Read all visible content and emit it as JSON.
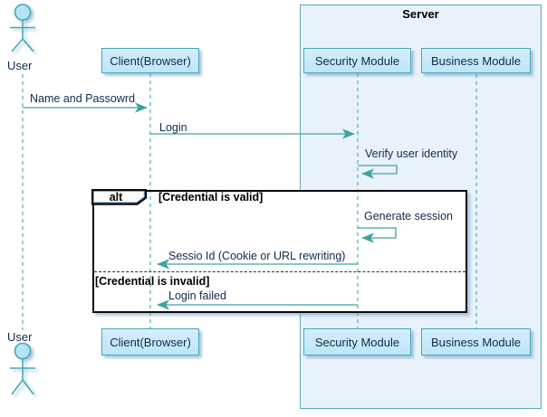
{
  "diagram_type": "uml-sequence-diagram",
  "frame": {
    "title": "Server"
  },
  "actor": {
    "top_label": "User",
    "bottom_label": "User"
  },
  "participants": {
    "client_top": "Client(Browser)",
    "security_top": "Security Module",
    "business_top": "Business Module",
    "client_bottom": "Client(Browser)",
    "security_bottom": "Security Module",
    "business_bottom": "Business Module"
  },
  "messages": {
    "name_password": "Name and Passowrd",
    "login": "Login",
    "verify": "Verify user identity",
    "generate": "Generate session",
    "session_id": "Sessio Id (Cookie or URL rewriting)",
    "login_failed": "Login failed"
  },
  "alt": {
    "operator": "alt",
    "guard_valid": "[Credential is valid]",
    "guard_invalid": "[Credential is invalid]"
  },
  "colors": {
    "stroke_teal": "#3FA3A0",
    "lifeline_teal": "#4BB0AE",
    "participant_fill": "#C8E9FA",
    "participant_border": "#47A8B8",
    "frame_fill": "#E9F2FB",
    "frame_border": "#57ABB4",
    "text_navy": "#0F2B4B",
    "alt_border": "#0B0B0B",
    "shadow_blue": "rgba(100,150,195,0.5)",
    "actor_head_fill": "#B7E3F6"
  }
}
